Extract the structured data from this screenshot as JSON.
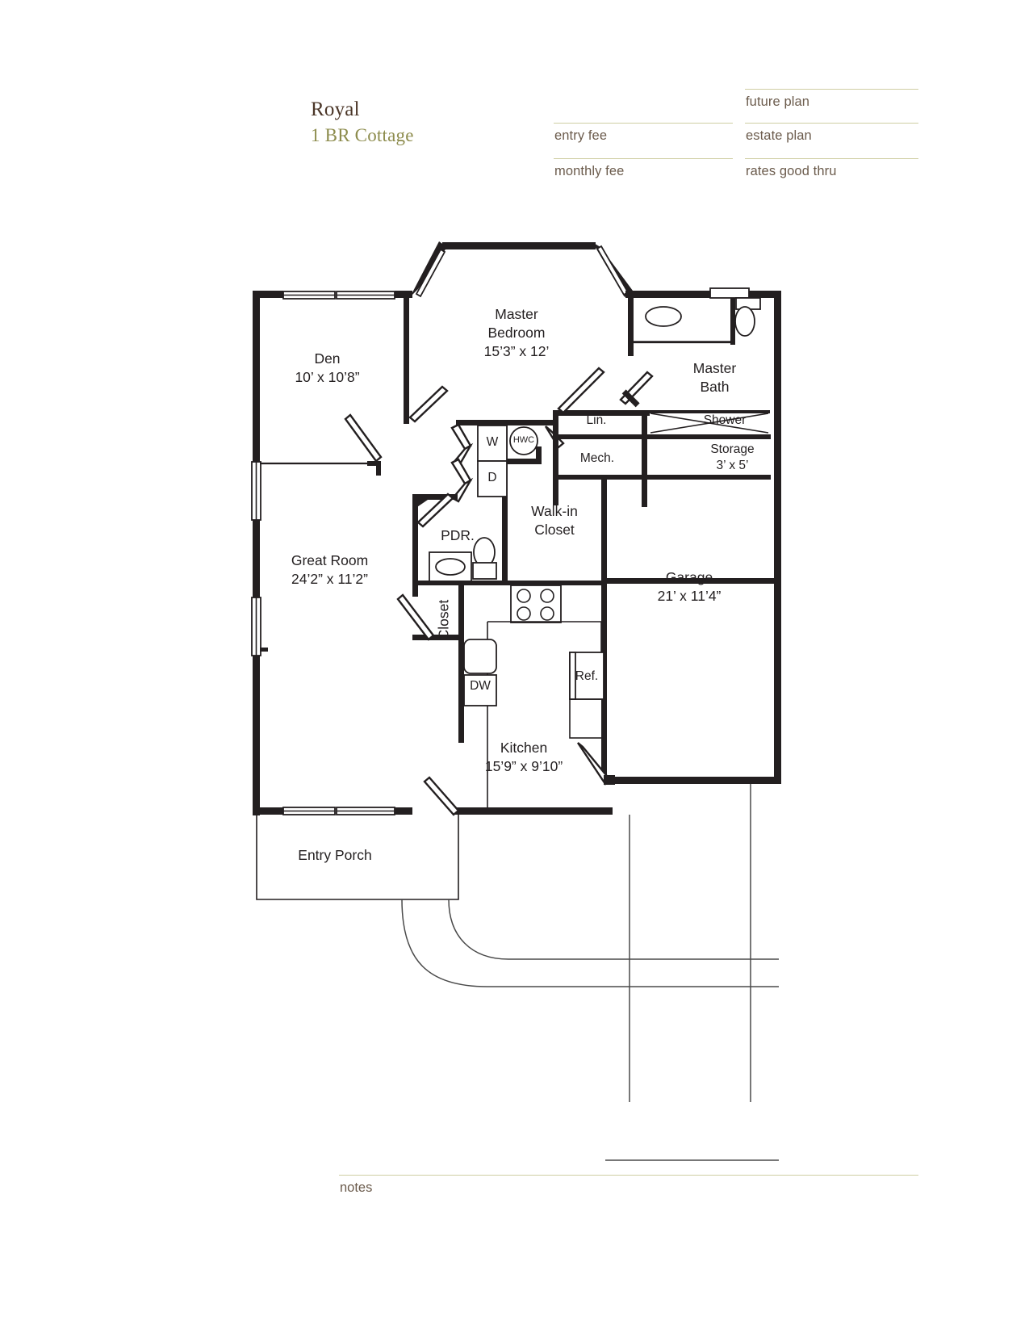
{
  "header": {
    "plan_name": "Royal",
    "plan_subtitle": "1 BR Cottage",
    "fields": [
      {
        "label": "entry fee"
      },
      {
        "label": "monthly fee"
      },
      {
        "label": "future plan"
      },
      {
        "label": "estate plan"
      },
      {
        "label": "rates good thru"
      }
    ]
  },
  "footer": {
    "notes_label": "notes"
  },
  "colors": {
    "rule": "#cfcea3",
    "title": "#4a3527",
    "subtitle": "#8d8c4d",
    "field_text": "#6b5b4c",
    "wall": "#231f20",
    "thin_line": "#231f20"
  },
  "floorplan": {
    "title": "Royal 1 BR Cottage floor plan",
    "rooms": [
      {
        "name": "Den",
        "dimensions": "10’ x 10’8”"
      },
      {
        "name": "Master\nBedroom",
        "label_line1": "Master",
        "label_line2": "Bedroom",
        "dimensions": "15’3” x 12’"
      },
      {
        "name": "Master Bath",
        "label_line1": "Master",
        "label_line2": "Bath",
        "dimensions": ""
      },
      {
        "name": "Great Room",
        "dimensions": "24’2” x 11’2”"
      },
      {
        "name": "Kitchen",
        "dimensions": "15’9” x 9’10”"
      },
      {
        "name": "Garage",
        "dimensions": "21’ x 11’4”"
      },
      {
        "name": "Walk-in Closet",
        "label_line1": "Walk-in",
        "label_line2": "Closet",
        "dimensions": ""
      },
      {
        "name": "Storage",
        "dimensions": "3’ x 5’"
      },
      {
        "name": "Entry Porch",
        "dimensions": ""
      },
      {
        "name": "PDR.",
        "dimensions": ""
      },
      {
        "name": "Closet",
        "dimensions": ""
      },
      {
        "name": "Lin.",
        "dimensions": ""
      },
      {
        "name": "Mech.",
        "dimensions": ""
      },
      {
        "name": "Shower",
        "dimensions": ""
      }
    ],
    "fixtures": [
      {
        "name": "W",
        "description": "washer"
      },
      {
        "name": "D",
        "description": "dryer"
      },
      {
        "name": "HWC",
        "description": "hot water closet"
      },
      {
        "name": "DW",
        "description": "dishwasher"
      },
      {
        "name": "Ref.",
        "description": "refrigerator"
      }
    ],
    "room_labels": {
      "den": "Den",
      "den_dims": "10’ x 10’8”",
      "master_bedroom_1": "Master",
      "master_bedroom_2": "Bedroom",
      "master_bedroom_dims": "15’3” x 12’",
      "master_bath_1": "Master",
      "master_bath_2": "Bath",
      "lin": "Lin.",
      "shower": "Shower",
      "mech": "Mech.",
      "storage": "Storage",
      "storage_dims": "3’ x 5’",
      "walkin_1": "Walk-in",
      "walkin_2": "Closet",
      "great_room": "Great Room",
      "great_room_dims": "24’2” x 11’2”",
      "pdr": "PDR.",
      "closet": "Closet",
      "garage": "Garage",
      "garage_dims": "21’ x 11’4”",
      "kitchen": "Kitchen",
      "kitchen_dims": "15’9” x 9’10”",
      "entry_porch": "Entry Porch",
      "washer": "W",
      "dryer": "D",
      "hwc": "HWC",
      "dishwasher": "DW",
      "refrigerator": "Ref."
    }
  }
}
